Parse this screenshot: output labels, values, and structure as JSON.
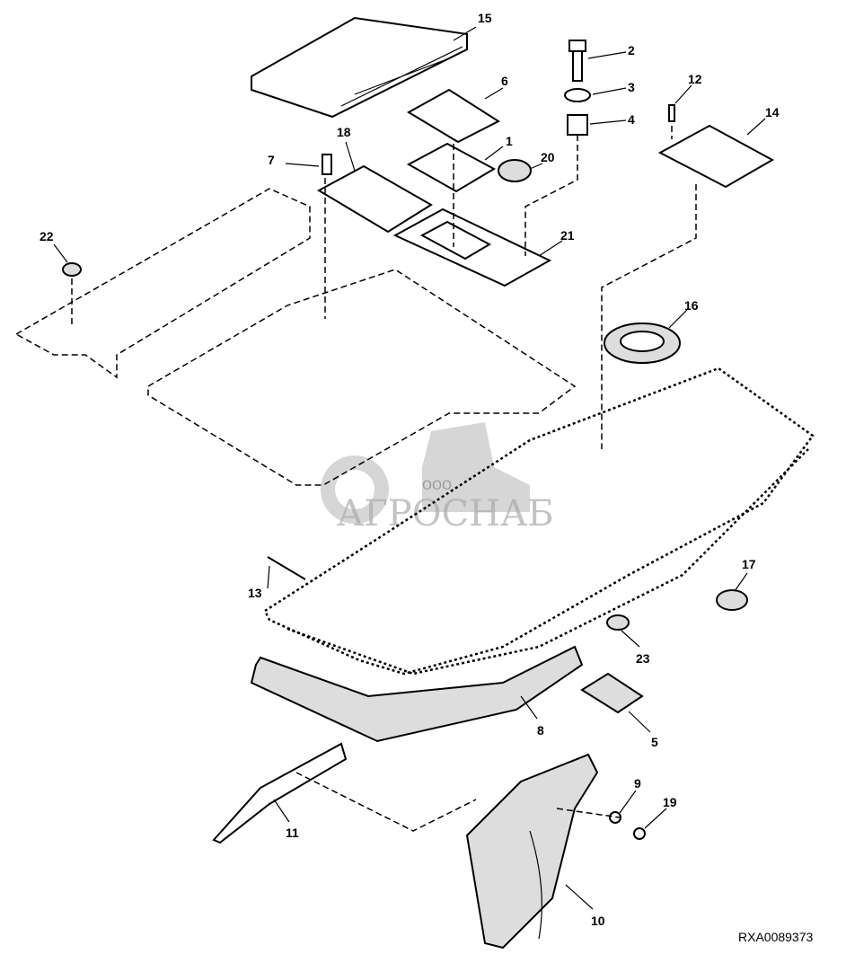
{
  "diagram": {
    "callouts": [
      "15",
      "2",
      "3",
      "6",
      "4",
      "12",
      "14",
      "18",
      "1",
      "7",
      "20",
      "22",
      "21",
      "16",
      "17",
      "13",
      "23",
      "8",
      "5",
      "9",
      "19",
      "11",
      "10"
    ],
    "reference_code": "RXA0089373",
    "watermark": {
      "prefix": "ООО",
      "name": "АГРОСНАБ"
    }
  }
}
